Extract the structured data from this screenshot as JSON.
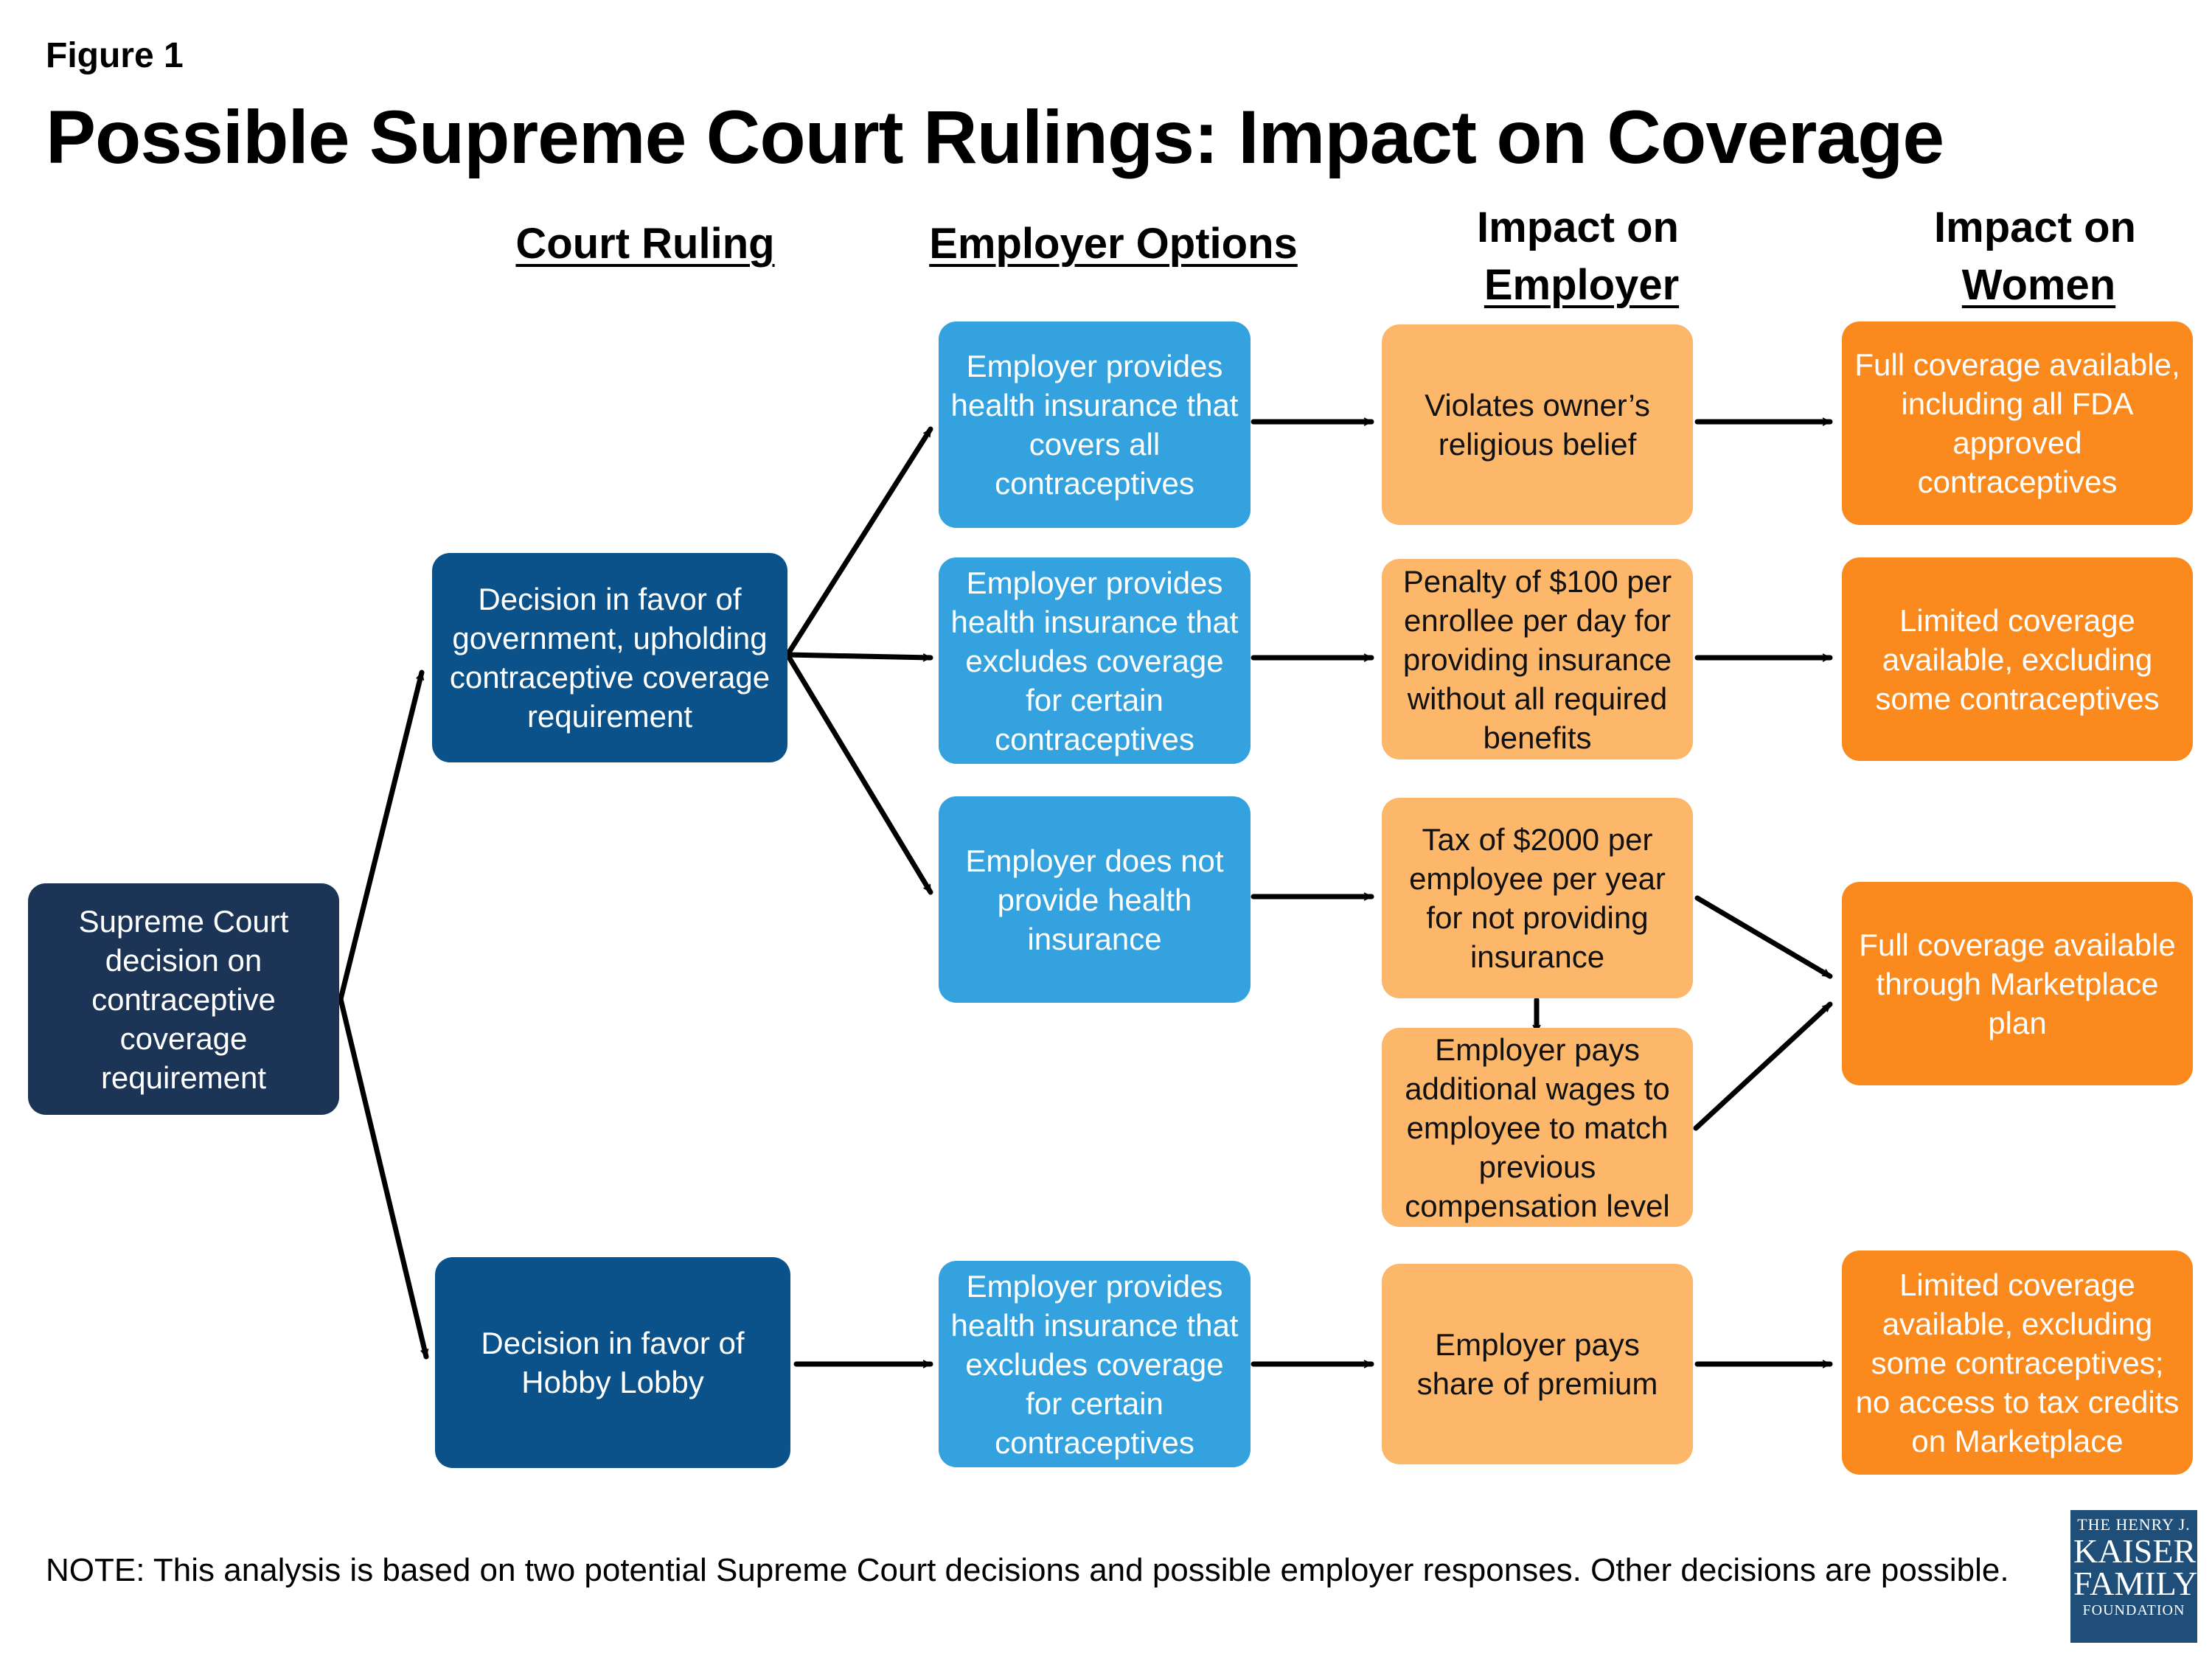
{
  "figure_label": "Figure 1",
  "title": "Possible Supreme Court Rulings: Impact on Coverage",
  "columns": {
    "court_ruling": "Court Ruling",
    "employer_options": "Employer Options",
    "impact_employer_line1": "Impact on",
    "impact_employer_line2": "Employer",
    "impact_women_line1": "Impact on",
    "impact_women_line2": "Women"
  },
  "nodes": {
    "root": "Supreme Court decision on contraceptive coverage requirement",
    "ruling_gov": "Decision in favor of government, upholding contraceptive coverage requirement",
    "ruling_hobby": "Decision in favor of Hobby Lobby",
    "opt_covers_all": "Employer provides health insurance that covers all contraceptives",
    "opt_excludes": "Employer provides health insurance that excludes coverage for certain contraceptives",
    "opt_no_insurance": "Employer does not provide health insurance",
    "opt_hobby_excludes": "Employer provides health insurance that excludes coverage for certain contraceptives",
    "emp_violates": "Violates owner’s religious belief",
    "emp_penalty": "Penalty of $100 per enrollee per day for providing insurance without all required benefits",
    "emp_tax": "Tax of $2000 per employee  per year for not providing insurance",
    "emp_wages": "Employer pays additional wages to employee to match previous compensation level",
    "emp_share": "Employer pays share of premium",
    "women_full": "Full coverage available, including all FDA approved contraceptives",
    "women_limited": "Limited coverage available, excluding some contraceptives",
    "women_marketplace": "Full coverage available through Marketplace plan",
    "women_limited_no_credit": "Limited coverage available, excluding some contraceptives; no access to tax credits on Marketplace"
  },
  "note": "NOTE: This analysis is based on two potential Supreme Court decisions and  possible  employer responses.  Other decisions are possible.",
  "logo": {
    "line1": "THE HENRY J.",
    "line2": "KAISER",
    "line3": "FAMILY",
    "line4": "FOUNDATION"
  },
  "colors": {
    "root": "#1c3557",
    "ruling": "#0a5289",
    "option": "#33a2de",
    "employer_impact": "#fdb76b",
    "women_impact": "#fb8a1e",
    "logo": "#1f4e79"
  }
}
